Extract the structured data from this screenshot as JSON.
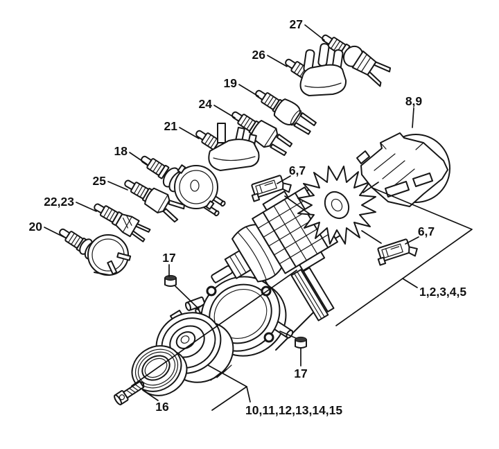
{
  "figure": {
    "kind": "exploded-parts-diagram",
    "subject": "electric motor assembly with international power plug variants",
    "background_color": "#ffffff",
    "line_color": "#161616"
  },
  "callouts": [
    {
      "id": "27",
      "text": "27"
    },
    {
      "id": "26",
      "text": "26"
    },
    {
      "id": "19",
      "text": "19"
    },
    {
      "id": "24",
      "text": "24"
    },
    {
      "id": "21",
      "text": "21"
    },
    {
      "id": "18",
      "text": "18"
    },
    {
      "id": "25",
      "text": "25"
    },
    {
      "id": "22-23",
      "text": "22,23"
    },
    {
      "id": "20",
      "text": "20"
    },
    {
      "id": "8-9",
      "text": "8,9"
    },
    {
      "id": "6-7-upper",
      "text": "6,7"
    },
    {
      "id": "6-7-lower",
      "text": "6,7"
    },
    {
      "id": "17-upper",
      "text": "17"
    },
    {
      "id": "17-lower",
      "text": "17"
    },
    {
      "id": "1-2-3-4-5",
      "text": "1,2,3,4,5"
    },
    {
      "id": "16",
      "text": "16"
    },
    {
      "id": "10-15",
      "text": "10,11,12,13,14,15"
    }
  ]
}
